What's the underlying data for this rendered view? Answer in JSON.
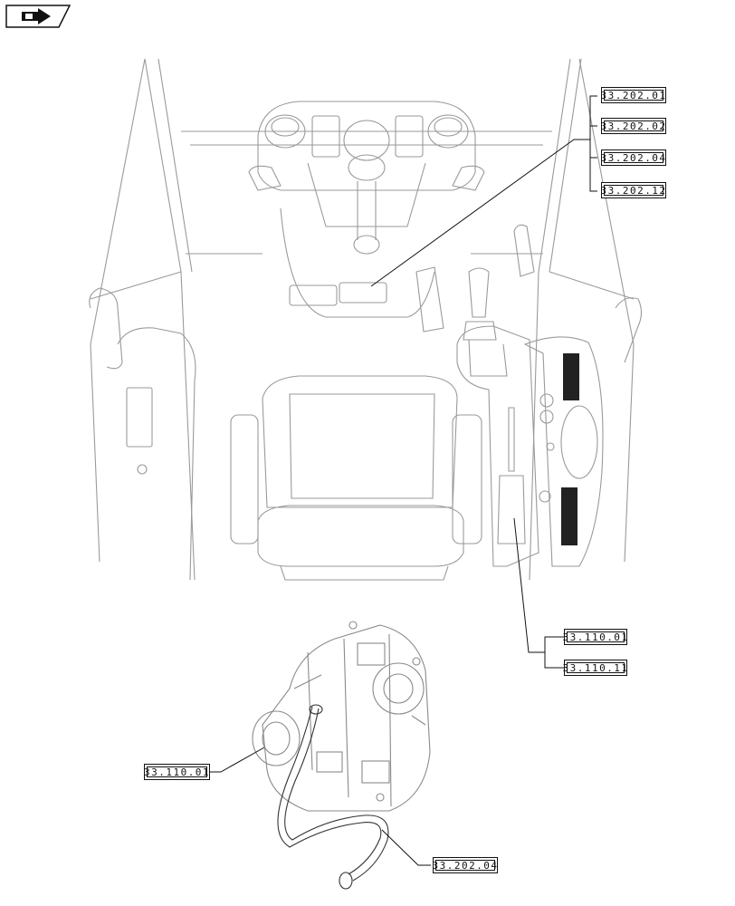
{
  "nav_icon": "next-page-arrow-icon",
  "cab_callouts": [
    "33.202.01",
    "33.202.02",
    "33.202.04",
    "33.202.12"
  ],
  "shift_callouts": [
    "33.110.01",
    "33.110.11"
  ],
  "transmission_callouts": {
    "left": "33.110.01",
    "hose": "33.202.04"
  }
}
